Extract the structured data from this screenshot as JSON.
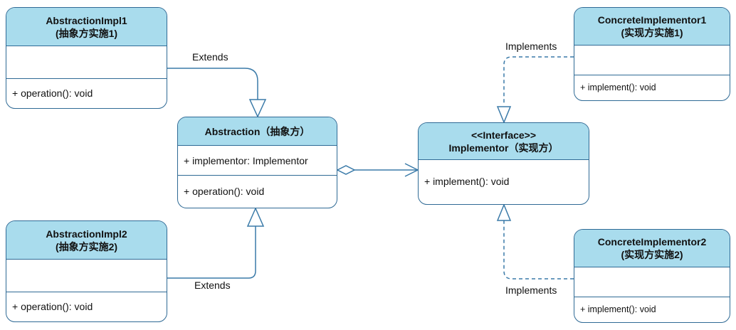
{
  "classes": {
    "impl1": {
      "title": "AbstractionImpl1",
      "subtitle": "(抽象方实施1)",
      "attribute": "",
      "method": "+ operation(): void"
    },
    "impl2": {
      "title": "AbstractionImpl2",
      "subtitle": "(抽象方实施2)",
      "attribute": "",
      "method": "+ operation(): void"
    },
    "abstraction": {
      "title": "Abstraction（抽象方）",
      "attribute": "+ implementor: Implementor",
      "method": "+ operation(): void"
    },
    "implementor": {
      "stereotype": "<<Interface>>",
      "title": "Implementor（实现方）",
      "method": "+ implement(): void"
    },
    "concrete1": {
      "title": "ConcreteImplementor1",
      "subtitle": "(实现方实施1)",
      "attribute": "",
      "method": "+ implement(): void"
    },
    "concrete2": {
      "title": "ConcreteImplementor2",
      "subtitle": "(实现方实施2)",
      "attribute": "",
      "method": "+ implement(): void"
    }
  },
  "relations": {
    "extends_top": "Extends",
    "extends_bottom": "Extends",
    "implements_top": "Implements",
    "implements_bottom": "Implements"
  },
  "colors": {
    "header_fill": "#a9dced",
    "border": "#2f6a95",
    "connector": "#3a7aa8"
  }
}
